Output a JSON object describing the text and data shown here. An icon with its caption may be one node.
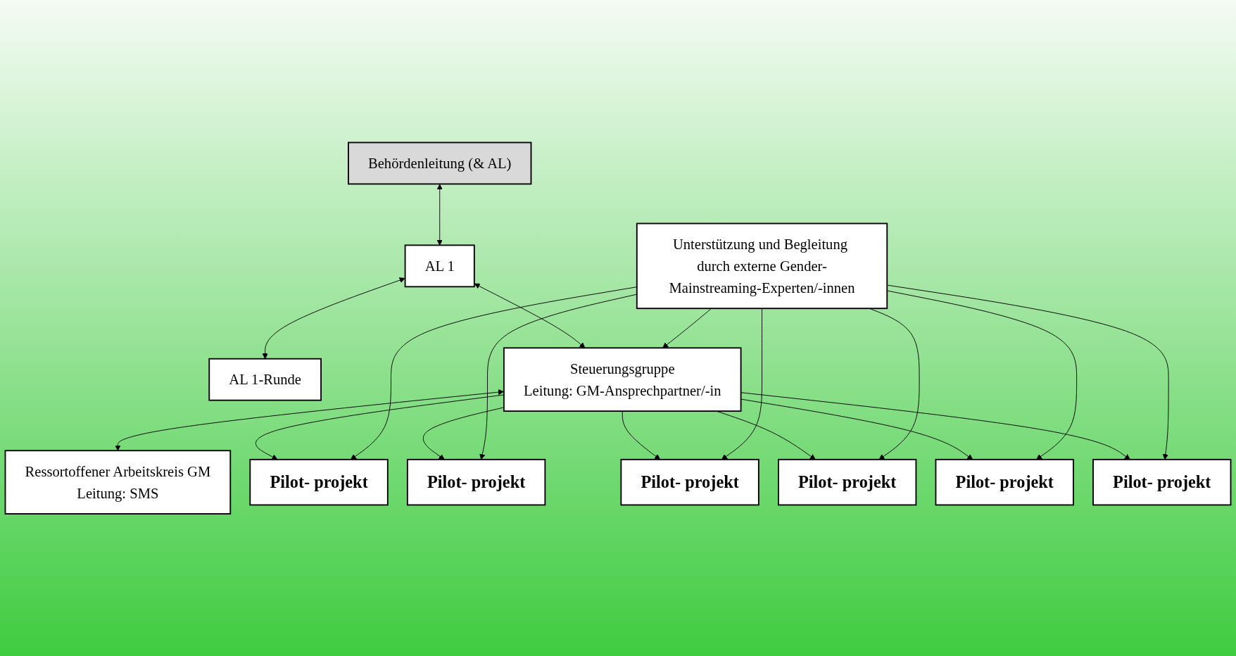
{
  "diagram": {
    "nodes": [
      {
        "text": [
          "Behördenleitung (& AL)"
        ]
      },
      {
        "text": [
          "AL 1"
        ]
      },
      {
        "text": [
          "AL 1-Runde"
        ]
      },
      {
        "text": [
          "Steuerungsgruppe",
          "Leitung: GM-Ansprechpartner/-in"
        ]
      },
      {
        "text": [
          "Unterstützung und Begleitung durch externe Gender-Mainstreaming-Experten/-innen"
        ]
      },
      {
        "text": [
          "Ressortoffener Arbeitskreis GM",
          "Leitung: SMS"
        ]
      },
      {
        "text": [
          "Pilot- projekt"
        ]
      },
      {
        "text": [
          "Pilot- projekt"
        ]
      },
      {
        "text": [
          "Pilot- projekt"
        ]
      },
      {
        "text": [
          "Pilot- projekt"
        ]
      },
      {
        "text": [
          "Pilot- projekt"
        ]
      },
      {
        "text": [
          "Pilot- projekt"
        ]
      }
    ],
    "edges": [
      {
        "from": 0,
        "to": 1,
        "arrow": "both"
      },
      {
        "from": 1,
        "to": 2,
        "arrow": "both"
      },
      {
        "from": 3,
        "to": 1,
        "arrow": "both"
      },
      {
        "from": 4,
        "to": 3,
        "arrow": "to"
      },
      {
        "from": 3,
        "to": 5,
        "arrow": "both"
      },
      {
        "from": 3,
        "to": 6,
        "arrow": "to"
      },
      {
        "from": 4,
        "to": 6,
        "arrow": "to"
      },
      {
        "from": 3,
        "to": 7,
        "arrow": "to"
      },
      {
        "from": 4,
        "to": 7,
        "arrow": "to"
      },
      {
        "from": 3,
        "to": 8,
        "arrow": "to"
      },
      {
        "from": 4,
        "to": 8,
        "arrow": "to"
      },
      {
        "from": 3,
        "to": 9,
        "arrow": "to"
      },
      {
        "from": 4,
        "to": 9,
        "arrow": "to"
      },
      {
        "from": 3,
        "to": 10,
        "arrow": "to"
      },
      {
        "from": 4,
        "to": 10,
        "arrow": "to"
      },
      {
        "from": 3,
        "to": 11,
        "arrow": "to"
      },
      {
        "from": 4,
        "to": 11,
        "arrow": "to"
      }
    ]
  }
}
